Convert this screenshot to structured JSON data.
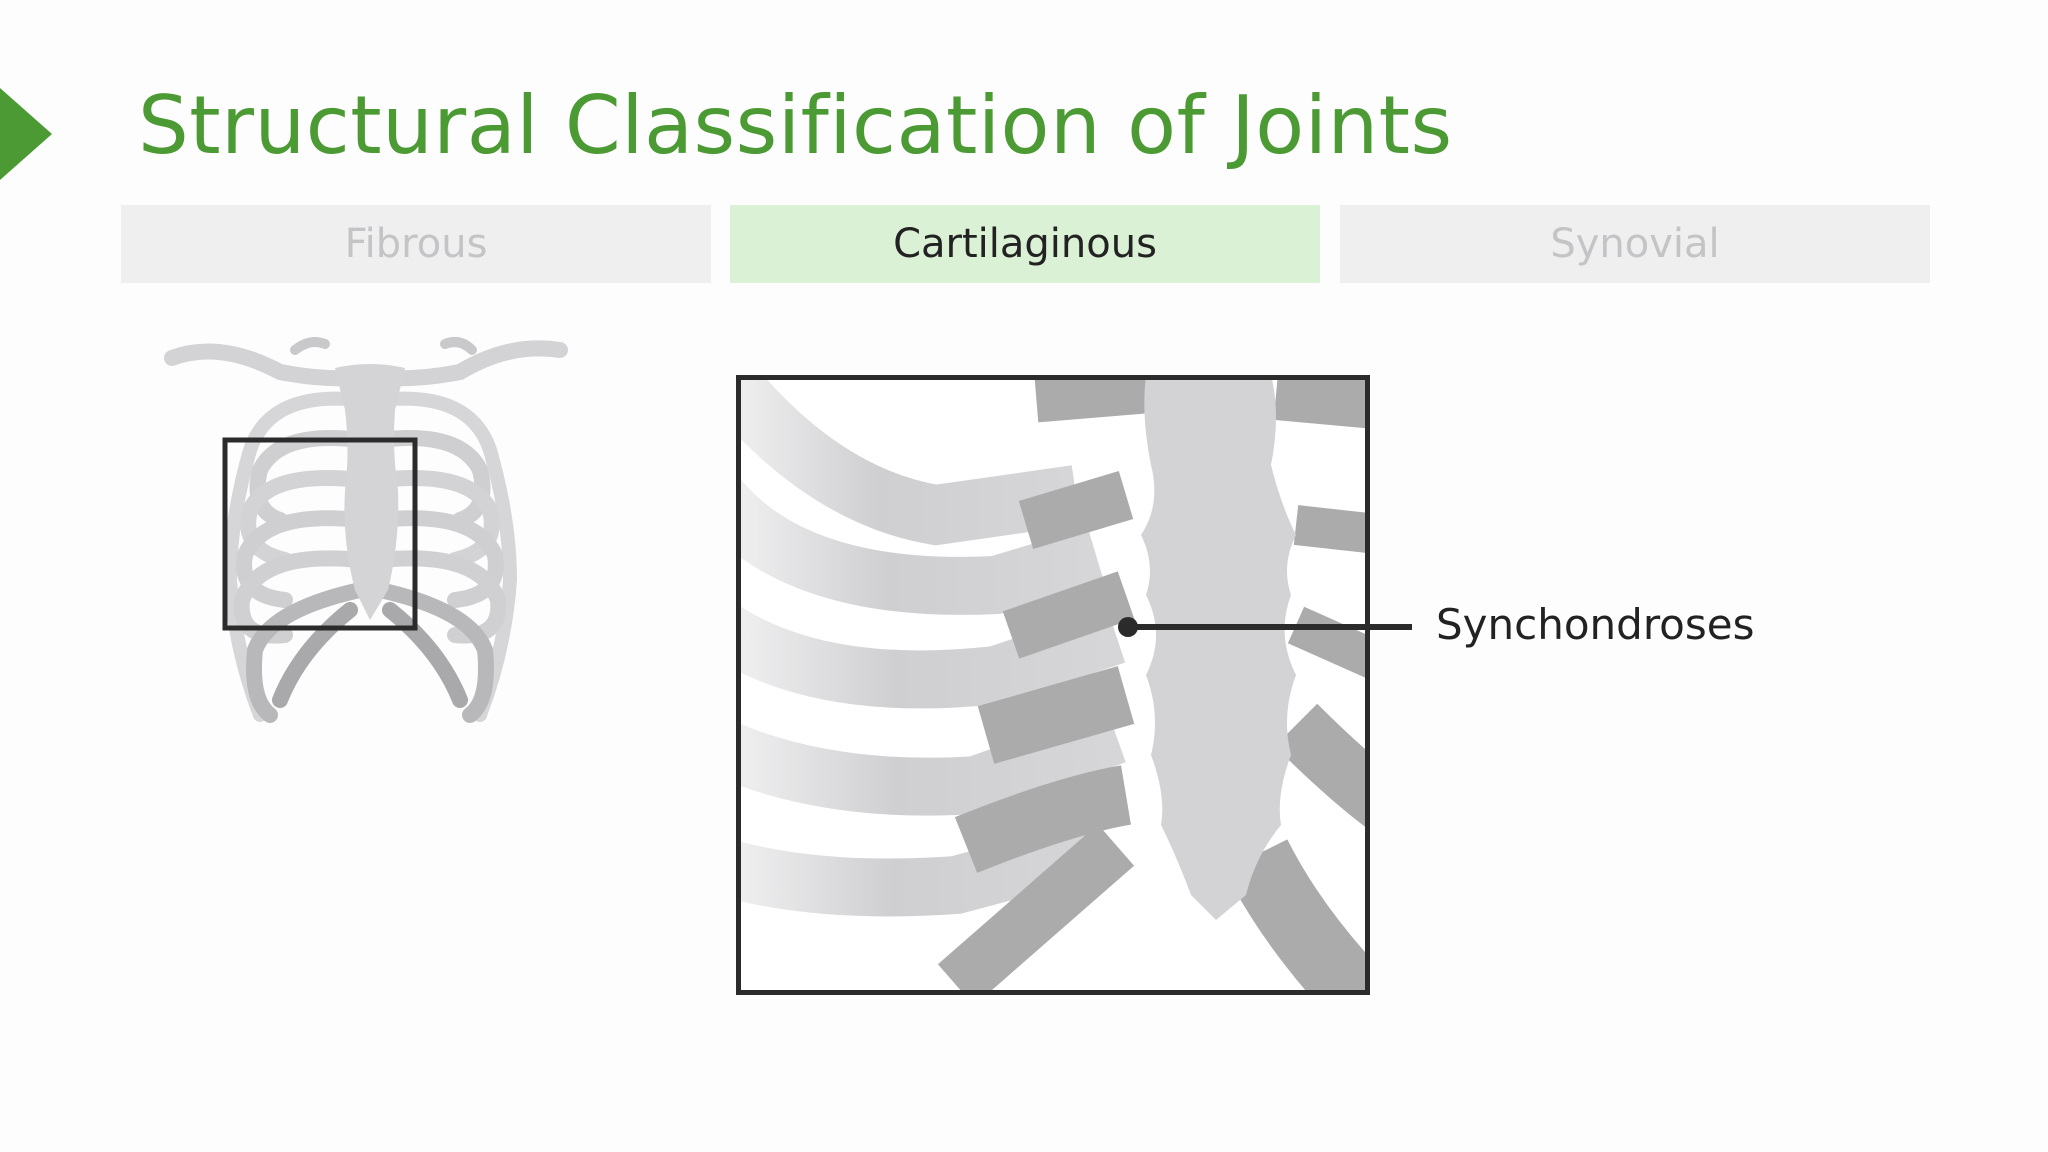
{
  "slide": {
    "title": "Structural Classification of Joints",
    "accent_color": "#4c9a34"
  },
  "tabs": [
    {
      "label": "Fibrous",
      "state": "inactive"
    },
    {
      "label": "Cartilaginous",
      "state": "active"
    },
    {
      "label": "Synovial",
      "state": "inactive"
    }
  ],
  "figure": {
    "overview_icon": "rib-cage-icon",
    "zoom_icon": "sternum-closeup-icon",
    "callout_label": "Synchondroses"
  },
  "colors": {
    "active_tab_bg": "#dbf1d5",
    "inactive_tab_bg": "#efeff0",
    "inactive_tab_text": "#c4c4c6",
    "bone_light": "#d9d9da",
    "bone_dark": "#ababab",
    "frame": "#2b2b2b"
  }
}
